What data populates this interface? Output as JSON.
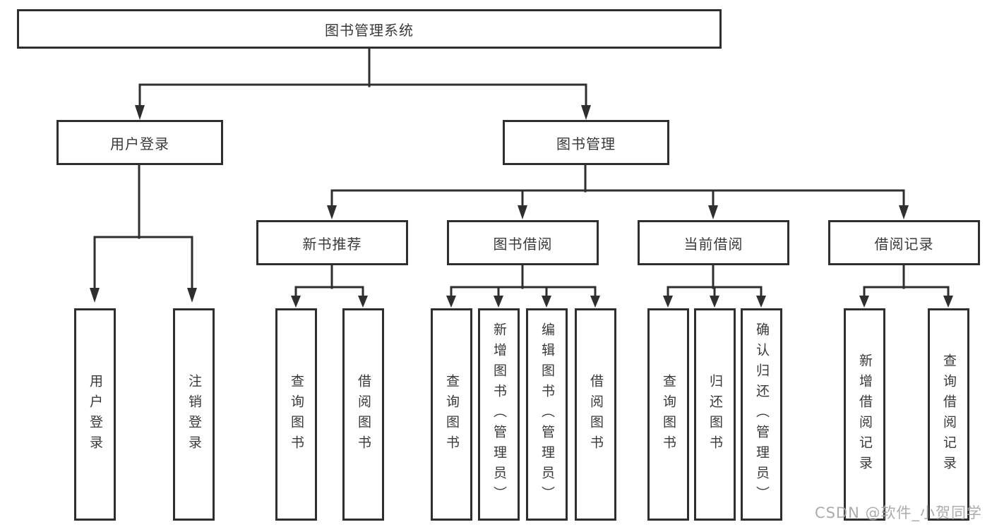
{
  "colors": {
    "line": "#2f2f2f",
    "box_border": "#2f2f2f",
    "text": "#3a3a3a",
    "background": "#ffffff",
    "watermark": "#a5a5a5"
  },
  "watermark": {
    "text": "CSDN @软件_小贺同学"
  },
  "tree": {
    "root": {
      "label": "图书管理系统"
    },
    "level2": [
      {
        "label": "用户登录"
      },
      {
        "label": "图书管理"
      }
    ],
    "level3": [
      {
        "label": "新书推荐"
      },
      {
        "label": "图书借阅"
      },
      {
        "label": "当前借阅"
      },
      {
        "label": "借阅记录"
      }
    ],
    "leaves": {
      "user_login": [
        {
          "label": "用户登录"
        },
        {
          "label": "注销登录"
        }
      ],
      "new_book_recommend": [
        {
          "label": "查询图书"
        },
        {
          "label": "借阅图书"
        }
      ],
      "book_borrow": [
        {
          "label": "查询图书"
        },
        {
          "label": "新增图书（管理员）"
        },
        {
          "label": "编辑图书（管理员）"
        },
        {
          "label": "借阅图书"
        }
      ],
      "current_borrow": [
        {
          "label": "查询图书"
        },
        {
          "label": "归还图书"
        },
        {
          "label": "确认归还（管理员）"
        }
      ],
      "borrow_records": [
        {
          "label": "新增借阅记录"
        },
        {
          "label": "查询借阅记录"
        }
      ]
    }
  }
}
